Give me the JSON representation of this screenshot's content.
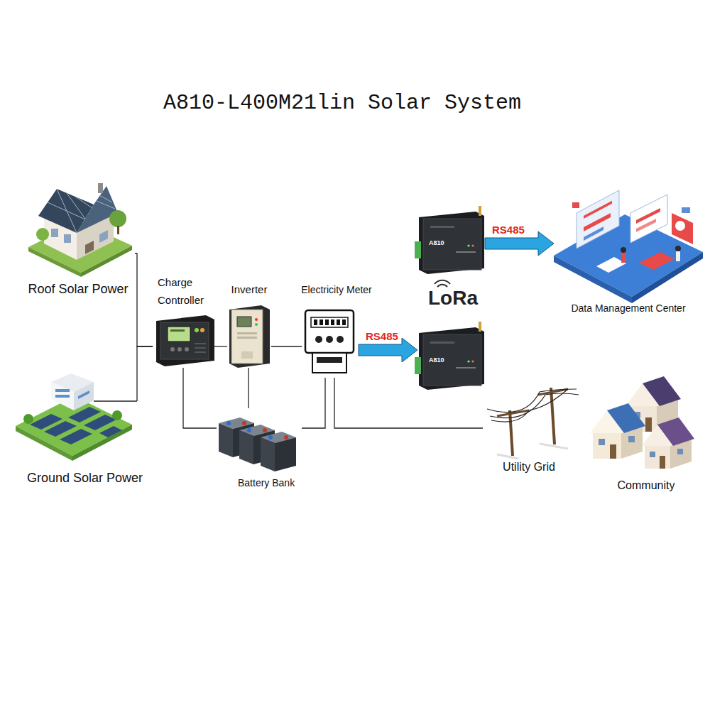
{
  "diagram": {
    "title": "A810-L400M21lin Solar System",
    "nodes": [
      {
        "text": [
          "Roof Solar Power"
        ]
      },
      {
        "text": [
          "A810"
        ]
      },
      {
        "text": [
          "Data Management Center"
        ]
      },
      {
        "text": [
          "Charge Controller"
        ]
      },
      {
        "text": [
          "Inverter"
        ]
      },
      {
        "text": [
          "Electricity Meter"
        ]
      },
      {
        "text": [
          "A810"
        ]
      },
      {
        "text": [
          "Ground Solar Power"
        ]
      },
      {
        "text": [
          "Battery Bank"
        ]
      },
      {
        "text": [
          "Utility Grid"
        ]
      },
      {
        "text": [
          "Community"
        ]
      }
    ],
    "edges": [
      {
        "from": 0,
        "to": 3,
        "arrow": "none"
      },
      {
        "from": 7,
        "to": 3,
        "arrow": "none"
      },
      {
        "from": 3,
        "to": 4,
        "arrow": "none"
      },
      {
        "from": 4,
        "to": 5,
        "arrow": "none"
      },
      {
        "from": 5,
        "to": 6,
        "label": "RS485",
        "arrow": "to"
      },
      {
        "from": 1,
        "to": 2,
        "label": "RS485",
        "arrow": "to"
      },
      {
        "from": 3,
        "to": 8,
        "arrow": "none"
      },
      {
        "from": 4,
        "to": 8,
        "arrow": "none"
      },
      {
        "from": 5,
        "to": 8,
        "arrow": "none"
      },
      {
        "from": 5,
        "to": 9,
        "arrow": "none"
      }
    ],
    "labels": [
      "LoRa"
    ]
  }
}
